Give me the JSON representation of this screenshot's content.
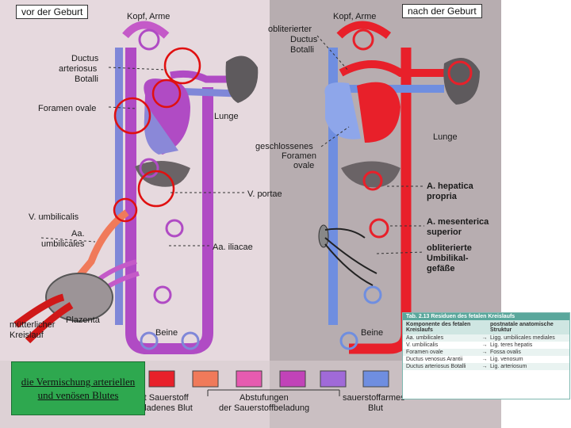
{
  "colors": {
    "left_panel_bg": "#e6d9de",
    "right_panel_bg": "#b7adb0",
    "oxygen_rich": "#e8202a",
    "oxygen_poor": "#6f8ee0",
    "mixed": "#b04bc4",
    "highlight_circle": "#e01010",
    "caption_box": "#2ea84f"
  },
  "header": {
    "left_title": "vor der Geburt",
    "right_title": "nach der Geburt",
    "left_top": "Kopf, Arme",
    "right_top": "Kopf, Arme"
  },
  "left_labels": {
    "ductus_1": "Ductus",
    "ductus_2": "arteriosus",
    "ductus_3": "Botalli",
    "foramen": "Foramen ovale",
    "lunge": "Lunge",
    "v_portae": "V. portae",
    "v_umbilicalis": "V. umbilicalis",
    "aa_umb_1": "Aa.",
    "aa_umb_2": "umbilicales",
    "aa_iliacae": "Aa. iliacae",
    "plazenta": "Plazenta",
    "muetterlich_1": "mütterlicher",
    "muetterlich_2": "Kreislauf",
    "beine": "Beine"
  },
  "right_labels": {
    "oblit_1": "obliterierter",
    "oblit_2": "Ductus",
    "oblit_3": "Botalli",
    "geschl_1": "geschlossenes",
    "geschl_2": "Foramen",
    "geschl_3": "ovale",
    "lunge": "Lunge",
    "hepatica_1": "A. hepatica",
    "hepatica_2": "propria",
    "mesenterica_1": "A. mesenterica",
    "mesenterica_2": "superior",
    "umbil_1": "obliterierte",
    "umbil_2": "Umbilikal-",
    "umbil_3": "gefäße",
    "beine": "Beine"
  },
  "legend": {
    "swatches": [
      "#e8202a",
      "#f07a5a",
      "#e65bb0",
      "#c143b8",
      "#a06ad8",
      "#6f8ee0"
    ],
    "left_label_1": "mit Sauerstoff",
    "left_label_2": "beladenes Blut",
    "middle_label_1": "Abstufungen",
    "middle_label_2": "der Sauerstoffbeladung",
    "right_label_1": "sauerstoffarmes",
    "right_label_2": "Blut"
  },
  "caption": "die Vermischung arteriellen und venösen Blutes",
  "table": {
    "title": "Tab. 2.13   Residuen des fetalen Kreislaufs",
    "head_left": "Komponente des fetalen Kreislaufs",
    "head_right": "postnatale anatomische Struktur",
    "arrow": "→",
    "rows": [
      {
        "left": "Aa. umbilicales",
        "right": "Ligg. umbilicales mediales"
      },
      {
        "left": "V. umbilicalis",
        "right": "Lig. teres hepatis"
      },
      {
        "left": "Foramen ovale",
        "right": "Fossa ovalis"
      },
      {
        "left": "Ductus venosus Arantii",
        "right": "Lig. venosum"
      },
      {
        "left": "Ductus arteriosus Botalli",
        "right": "Lig. arteriosum"
      }
    ]
  }
}
